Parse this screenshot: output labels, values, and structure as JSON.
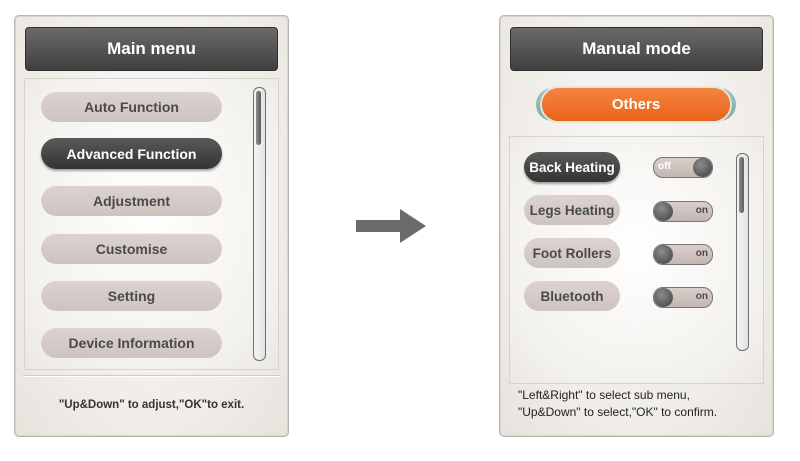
{
  "main_menu": {
    "title": "Main menu",
    "items": [
      {
        "label": "Auto Function",
        "active": false
      },
      {
        "label": "Advanced Function",
        "active": true
      },
      {
        "label": "Adjustment",
        "active": false
      },
      {
        "label": "Customise",
        "active": false
      },
      {
        "label": "Setting",
        "active": false
      },
      {
        "label": "Device Information",
        "active": false
      }
    ],
    "hint": "\"Up&Down\" to adjust,\"OK\"to exit."
  },
  "manual_mode": {
    "title": "Manual mode",
    "tab_label": "Others",
    "options": [
      {
        "label": "Back Heating",
        "toggle_state": "off",
        "active": true
      },
      {
        "label": "Legs Heating",
        "toggle_state": "on",
        "active": false
      },
      {
        "label": "Foot Rollers",
        "toggle_state": "on",
        "active": false
      },
      {
        "label": "Bluetooth",
        "toggle_state": "on",
        "active": false
      }
    ],
    "hint_line1": "\"Left&Right\" to select sub menu,",
    "hint_line2": "\"Up&Down\" to select,\"OK\" to confirm."
  },
  "colors": {
    "accent": "#e8641c",
    "dark_button": "#3f3f3f",
    "light_button": "#d4cbc8"
  },
  "icons": {
    "transition": "arrow-right-icon"
  }
}
